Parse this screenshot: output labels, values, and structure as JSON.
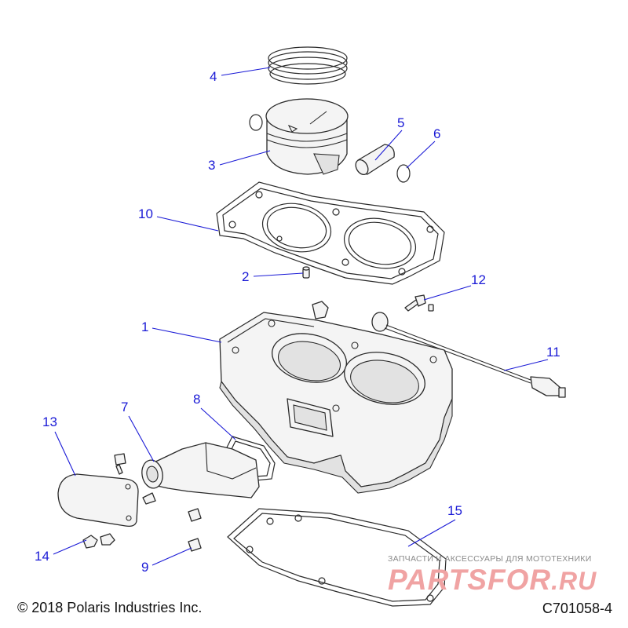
{
  "diagram": {
    "callouts": [
      "1",
      "2",
      "3",
      "4",
      "5",
      "6",
      "7",
      "8",
      "9",
      "10",
      "11",
      "12",
      "13",
      "14",
      "15"
    ]
  },
  "footer": {
    "copyright": "© 2018 Polaris Industries Inc.",
    "part_number": "C701058-4"
  },
  "watermark": {
    "tagline": "ЗАПЧАСТИ И АКСЕССУАРЫ ДЛЯ МОТОТЕХНИКИ",
    "brand": "PARTSFOR",
    "suffix": ".RU"
  },
  "colors": {
    "callout": "#1a1ad6",
    "watermark": "#f0a3a3"
  }
}
